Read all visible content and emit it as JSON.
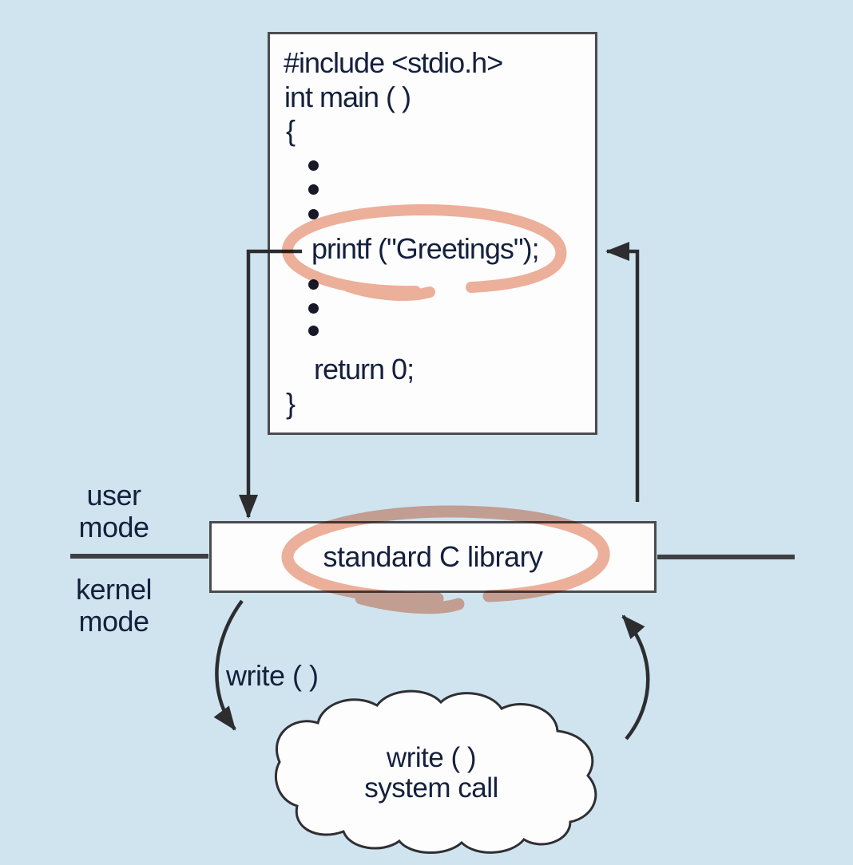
{
  "figure_type": "diagram",
  "colors": {
    "background": "#cfe4ef",
    "ink_text": "#14203c",
    "line_ink": "#2d2d30",
    "box_fill": "#fdfdfe",
    "box_border": "#4b4b4f",
    "annotation_marker": "#eeb19b"
  },
  "code_box": {
    "line1": "#include <stdio.h>",
    "line2": "int main ( )",
    "line3": "{",
    "line4": "printf (\"Greetings\");",
    "line5": "return 0;",
    "line6": "}"
  },
  "labels": {
    "user_mode_line1": "user",
    "user_mode_line2": "mode",
    "kernel_mode_line1": "kernel",
    "kernel_mode_line2": "mode",
    "library_bar": "standard C library",
    "write_call": "write ( )",
    "cloud_line1": "write ( )",
    "cloud_line2": "system call"
  },
  "annotations": [
    {
      "target": "printf statement",
      "style": "hand-drawn circle"
    },
    {
      "target": "standard C library",
      "style": "hand-drawn circle"
    }
  ]
}
